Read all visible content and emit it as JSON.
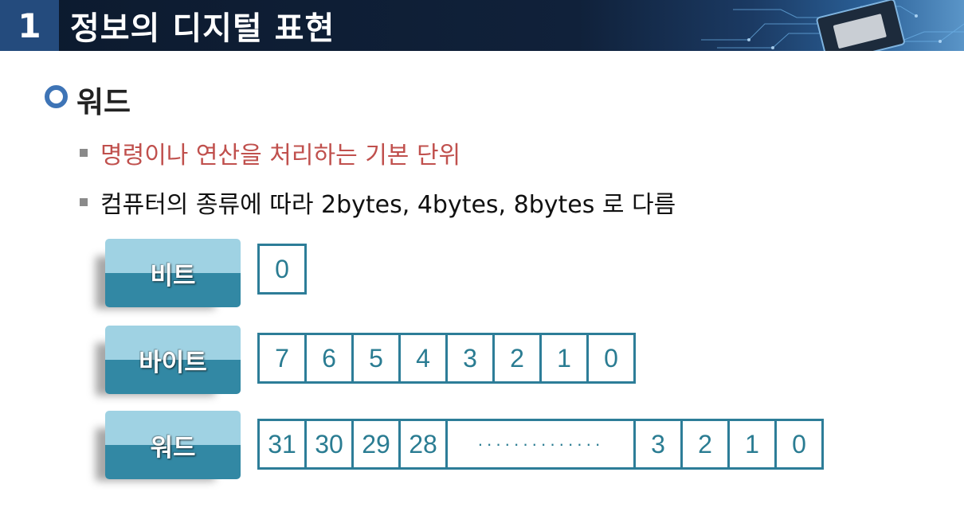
{
  "header": {
    "number": "1",
    "title": "정보의 디지털 표현"
  },
  "section": {
    "title": "워드"
  },
  "bullets": [
    "명령이나 연산을 처리하는 기본 단위",
    "컴퓨터의 종류에 따라 2bytes, 4bytes, 8bytes 로 다름"
  ],
  "rows": [
    {
      "label": "비트",
      "cells": [
        "0"
      ]
    },
    {
      "label": "바이트",
      "cells": [
        "7",
        "6",
        "5",
        "4",
        "3",
        "2",
        "1",
        "0"
      ]
    },
    {
      "label": "워드",
      "cells": [
        "31",
        "30",
        "29",
        "28",
        "··············",
        "3",
        "2",
        "1",
        "0"
      ]
    }
  ],
  "colors": {
    "header_bg": "#0c1a2e",
    "header_number_bg": "#244b7d",
    "highlight_text": "#c0504d",
    "cell_border": "#2d7d98",
    "label_top": "#9fd2e3",
    "label_bottom": "#3288a4"
  },
  "icons": {
    "section_bullet": "ring-bullet-icon",
    "sub_bullet": "square-bullet-icon",
    "header_art": "circuit-chip-icon"
  }
}
